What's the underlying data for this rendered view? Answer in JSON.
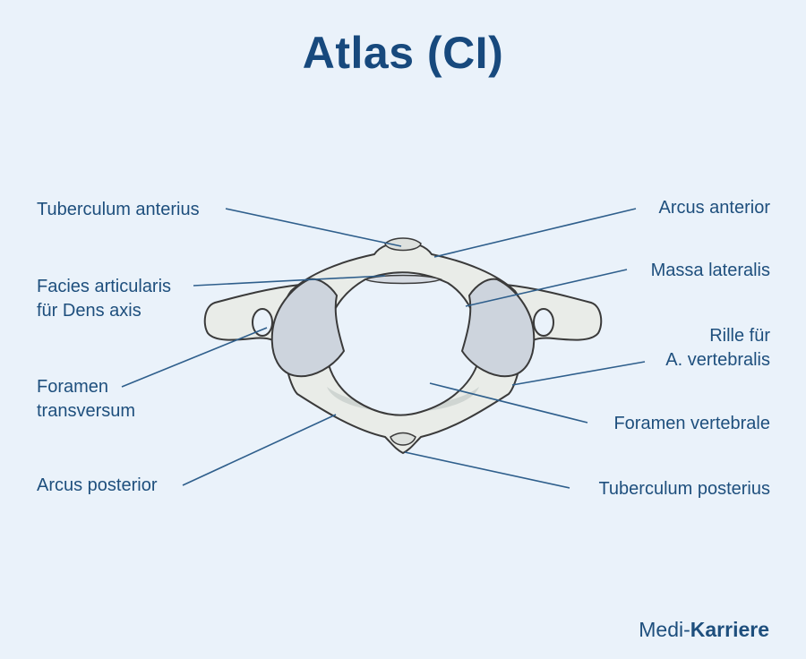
{
  "title": "Atlas (CI)",
  "labels": {
    "tuberculum_anterius": "Tuberculum anterius",
    "arcus_anterior": "Arcus anterior",
    "facies_articularis_line1": "Facies articularis",
    "facies_articularis_line2": "für Dens axis",
    "massa_lateralis": "Massa lateralis",
    "rille_line1": "Rille für",
    "rille_line2": "A. vertebralis",
    "foramen_transversum_line1": "Foramen",
    "foramen_transversum_line2": "transversum",
    "foramen_vertebrale": "Foramen vertebrale",
    "arcus_posterior": "Arcus posterior",
    "tuberculum_posterius": "Tuberculum posterius"
  },
  "brand": {
    "prefix": "Medi-",
    "name": "Karriere"
  },
  "colors": {
    "background": "#eaf2fa",
    "title": "#17497d",
    "label_text": "#1e4f7d",
    "leader_line": "#2f5f8c",
    "bone_fill": "#e9ece8",
    "bone_outline": "#3a3a3a",
    "articular_surface": "#cdd4dd"
  }
}
